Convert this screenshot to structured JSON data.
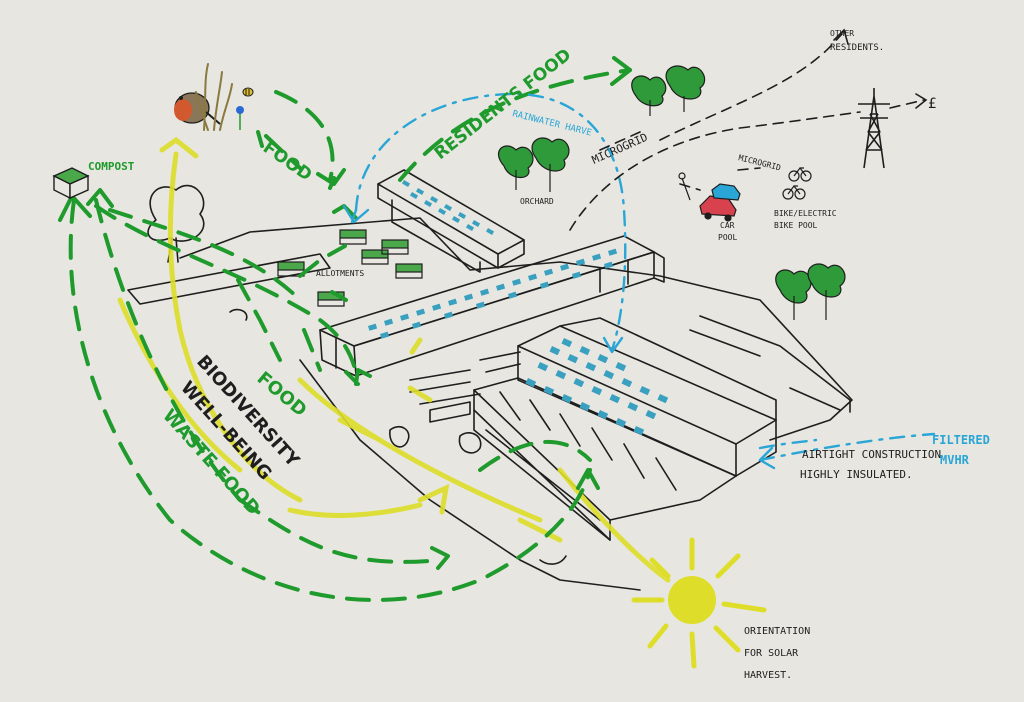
{
  "labels": {
    "compost": "COMPOST",
    "food_top": "FOOD",
    "food_mid": "FOOD",
    "residents_food": "RESIDENTS FOOD",
    "rainwater": "RAINWATER HARVE",
    "microgrid_main": "MICROGRID",
    "microgrid_small": "MICROGRID",
    "other_residents_1": "OTHER",
    "other_residents_2": "RESIDENTS.",
    "orchard": "ORCHARD",
    "car_pool_1": "CAR",
    "car_pool_2": "POOL",
    "bike_pool_1": "BIKE/ELECTRIC",
    "bike_pool_2": "BIKE POOL",
    "allotments": "ALLOTMENTS",
    "biodiversity": "BIODIVERSITY",
    "well_being": "WELL-BEING",
    "waste_food": "WASTE FOOD",
    "airtight": "AIRTIGHT CONSTRUCTION",
    "highly_insulated": "HIGHLY INSULATED.",
    "filtered_1": "FILTERED",
    "filtered_2": "MVHR",
    "orientation_1": "ORIENTATION",
    "orientation_2": "FOR SOLAR",
    "orientation_3": "HARVEST.",
    "pound_sign": "£"
  },
  "colors": {
    "paper": "#e7e6e0",
    "ink": "#1e1e1e",
    "green": "#1f9a2c",
    "yellow": "#dede2a",
    "blue": "#2aa6d6",
    "panel": "#3aa0c0",
    "robin": "#d2582e",
    "tree": "#2e9a3a",
    "car": "#d8424e"
  },
  "icons": [
    "robin-icon",
    "compost-bin-icon",
    "tree-icon",
    "pylon-icon",
    "car-icon",
    "bicycle-icon",
    "sun-icon",
    "bee-icon",
    "flower-icon"
  ]
}
